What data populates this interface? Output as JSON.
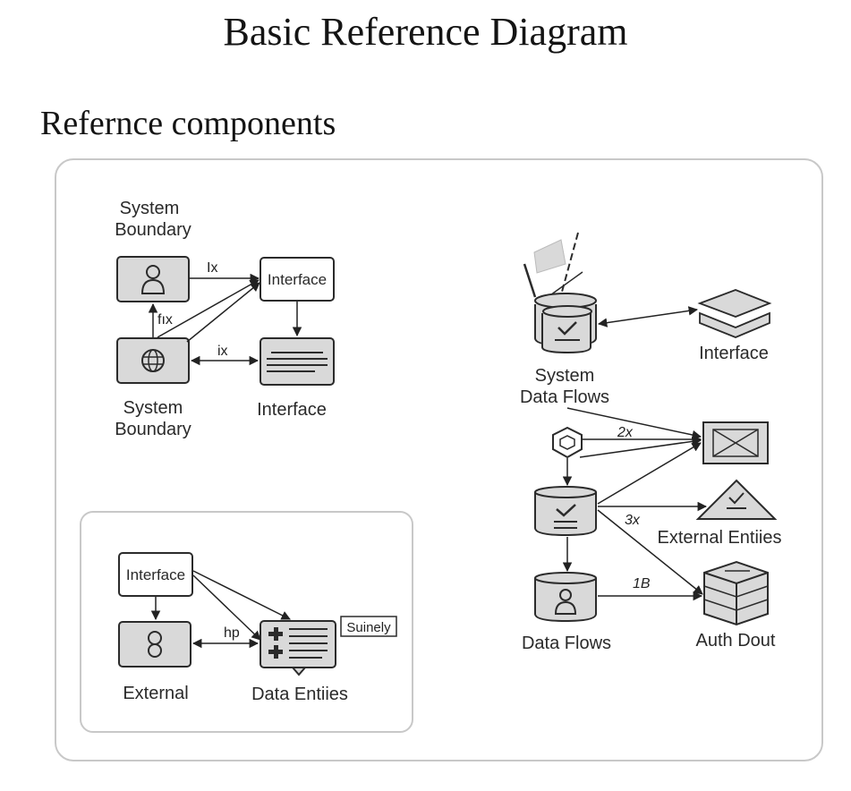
{
  "title": "Basic Reference Diagram",
  "section_heading": "Refernce components",
  "left_group": {
    "system_boundary_top_line1": "System",
    "system_boundary_top_line2": "Boundary",
    "interface_box": "Interface",
    "edge_1": "Ix",
    "edge_2": "fıx",
    "edge_3": "ix",
    "system_boundary_bottom_line1": "System",
    "system_boundary_bottom_line2": "Boundary",
    "interface_bottom": "Interface"
  },
  "inner_panel": {
    "interface_box": "Interface",
    "edge_hp": "hp",
    "callout": "Suinely",
    "external_label": "External",
    "data_entities_label": "Data Entiies"
  },
  "right_group": {
    "interface_label": "Interface",
    "system_data_flows_line1": "System",
    "system_data_flows_line2": "Data Flows",
    "edge_2x": "2x",
    "edge_3x": "3x",
    "edge_1b": "1B",
    "external_entities_label": "External Entiies",
    "data_flows_label": "Data Flows",
    "auth_dout_label": "Auth Dout"
  },
  "colors": {
    "node_fill": "#d9d9d9",
    "stroke": "#2b2b2b",
    "panel_border": "#c8c8c8"
  }
}
